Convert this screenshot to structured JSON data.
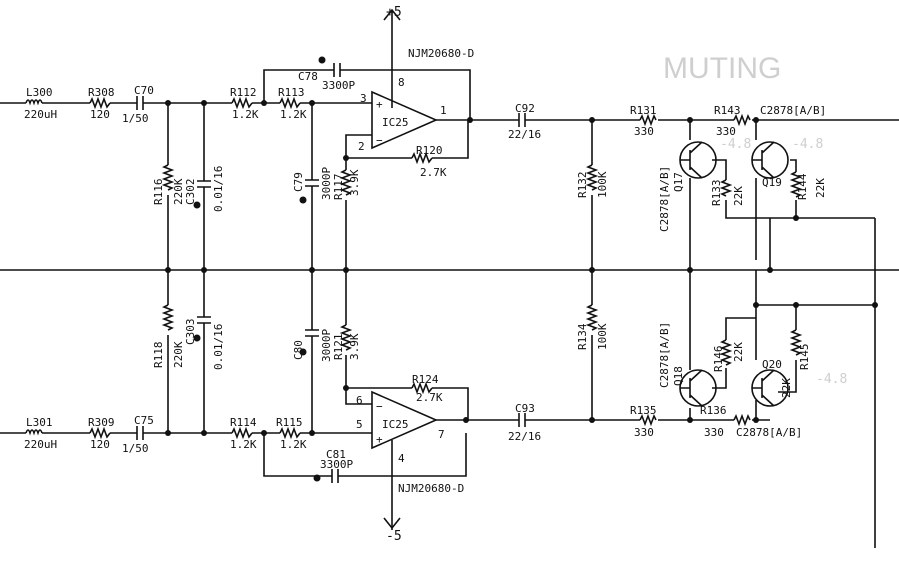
{
  "labels": {
    "muting": "MUTING",
    "vplus": "+5",
    "vminus": "-5",
    "ic_top_part": "NJM20680-D",
    "ic_bot_part": "NJM20680-D",
    "ic_top": "IC25",
    "ic_bot": "IC25",
    "L300": "L300",
    "L300v": "220uH",
    "L301": "L301",
    "L301v": "220uH",
    "R308": "R308",
    "R308v": "120",
    "R309": "R309",
    "R309v": "120",
    "C70": "C70",
    "C70v": "1/50",
    "C75": "C75",
    "C75v": "1/50",
    "R116": "R116",
    "R116v": "220K",
    "R118": "R118",
    "R118v": "220K",
    "C302": "C302",
    "C302v": "0.01/16",
    "C303": "C303",
    "C303v": "0.01/16",
    "R112": "R112",
    "R112v": "1.2K",
    "R113": "R113",
    "R113v": "1.2K",
    "R114": "R114",
    "R114v": "1.2K",
    "R115": "R115",
    "R115v": "1.2K",
    "C78": "C78",
    "C78v": "3300P",
    "C81": "C81",
    "C81v": "3300P",
    "C79": "C79",
    "C79v": "3000P",
    "C80": "C80",
    "C80v": "3000P",
    "R117": "R117",
    "R117v": "3.9K",
    "R121": "R121",
    "R121v": "3.9K",
    "R120": "R120",
    "R120v": "2.7K",
    "R124": "R124",
    "R124v": "2.7K",
    "C92": "C92",
    "C92v": "22/16",
    "C93": "C93",
    "C93v": "22/16",
    "R132": "R132",
    "R132v": "100K",
    "R134": "R134",
    "R134v": "100K",
    "R131": "R131",
    "R131v": "330",
    "R143": "R143",
    "R143v": "330",
    "R135": "R135",
    "R135v": "330",
    "R136": "R136",
    "R136v": "330",
    "R133": "R133",
    "R133v": "22K",
    "R144": "R144",
    "R144v": "22K",
    "R146": "R146",
    "R146v": "22K",
    "R145": "R145",
    "R145v": "22K",
    "Q17": "Q17",
    "Q18": "Q18",
    "Q19": "Q19",
    "Q20": "Q20",
    "C2878_top": "C2878[A/B]",
    "C2878_bot": "C2878[A/B]",
    "C2878_q17": "C2878[A/B]",
    "C2878_q18": "C2878[A/B]",
    "pin8": "8",
    "pin3": "3",
    "pin1": "1",
    "pin2": "2",
    "pin6": "6",
    "pin5": "5",
    "pin7": "7",
    "pin4": "4",
    "v_q17": "-4.8",
    "v_q19": "-4.8",
    "v_q20": "-4.8"
  }
}
